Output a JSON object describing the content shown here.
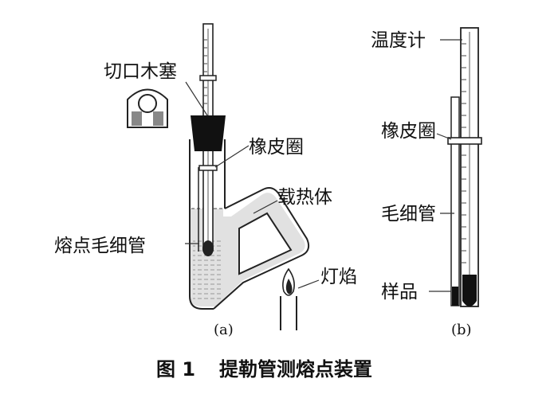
{
  "figure_a": {
    "labels": {
      "stopper": "切口木塞",
      "rubber_ring": "橡皮圈",
      "heat_medium": "载热体",
      "capillary": "熔点毛细管",
      "lamp": "灯焰"
    },
    "sublabel": "(a)"
  },
  "figure_b": {
    "labels": {
      "thermometer": "温度计",
      "rubber_ring": "橡皮圈",
      "capillary": "毛细管",
      "sample": "样品"
    },
    "sublabel": "(b)"
  },
  "caption": {
    "number": "图 1",
    "title": "提勒管测熔点装置"
  },
  "colors": {
    "line": "#222222",
    "liquid": "#d9d9d9",
    "stopper": "#111111",
    "sample": "#000000"
  }
}
